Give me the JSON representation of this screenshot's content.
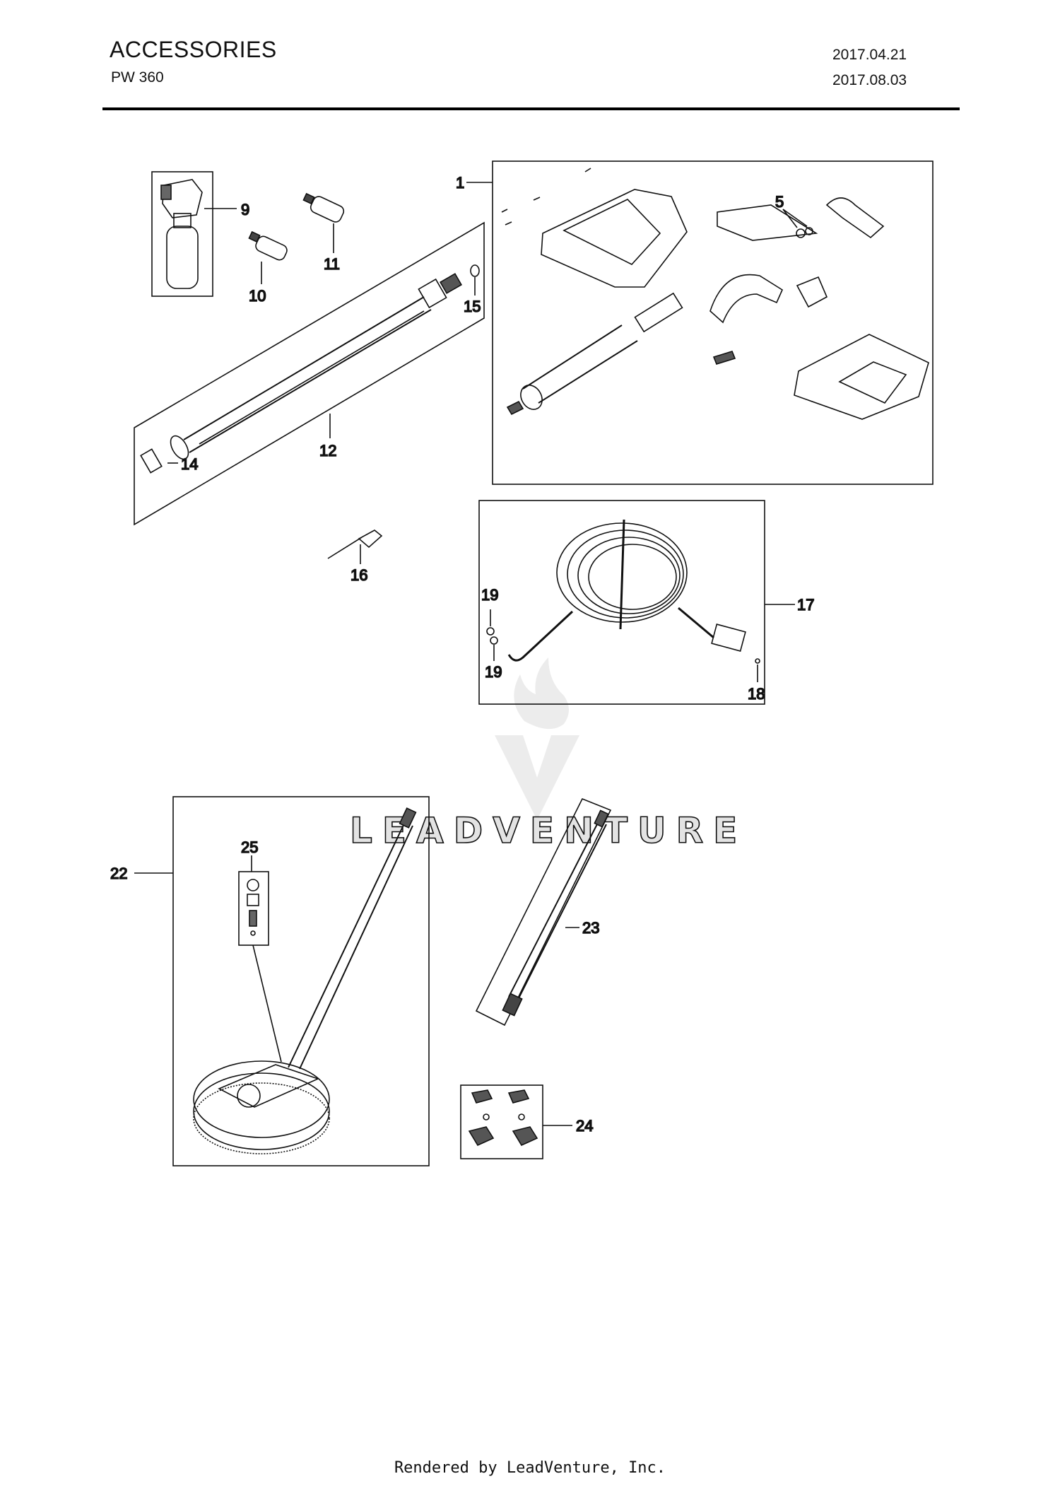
{
  "header": {
    "title": "ACCESSORIES",
    "model": "PW 360",
    "date_created": "2017.04.21",
    "date_revised": "2017.08.03"
  },
  "watermark": {
    "text": "LEADVENTURE"
  },
  "callouts": {
    "c1": "1",
    "c5": "5",
    "c9": "9",
    "c10": "10",
    "c11": "11",
    "c12": "12",
    "c14": "14",
    "c15": "15",
    "c16": "16",
    "c17": "17",
    "c18": "18",
    "c19a": "19",
    "c19b": "19",
    "c22": "22",
    "c23": "23",
    "c24": "24",
    "c25": "25"
  },
  "footer": {
    "text": "Rendered by LeadVenture, Inc."
  }
}
